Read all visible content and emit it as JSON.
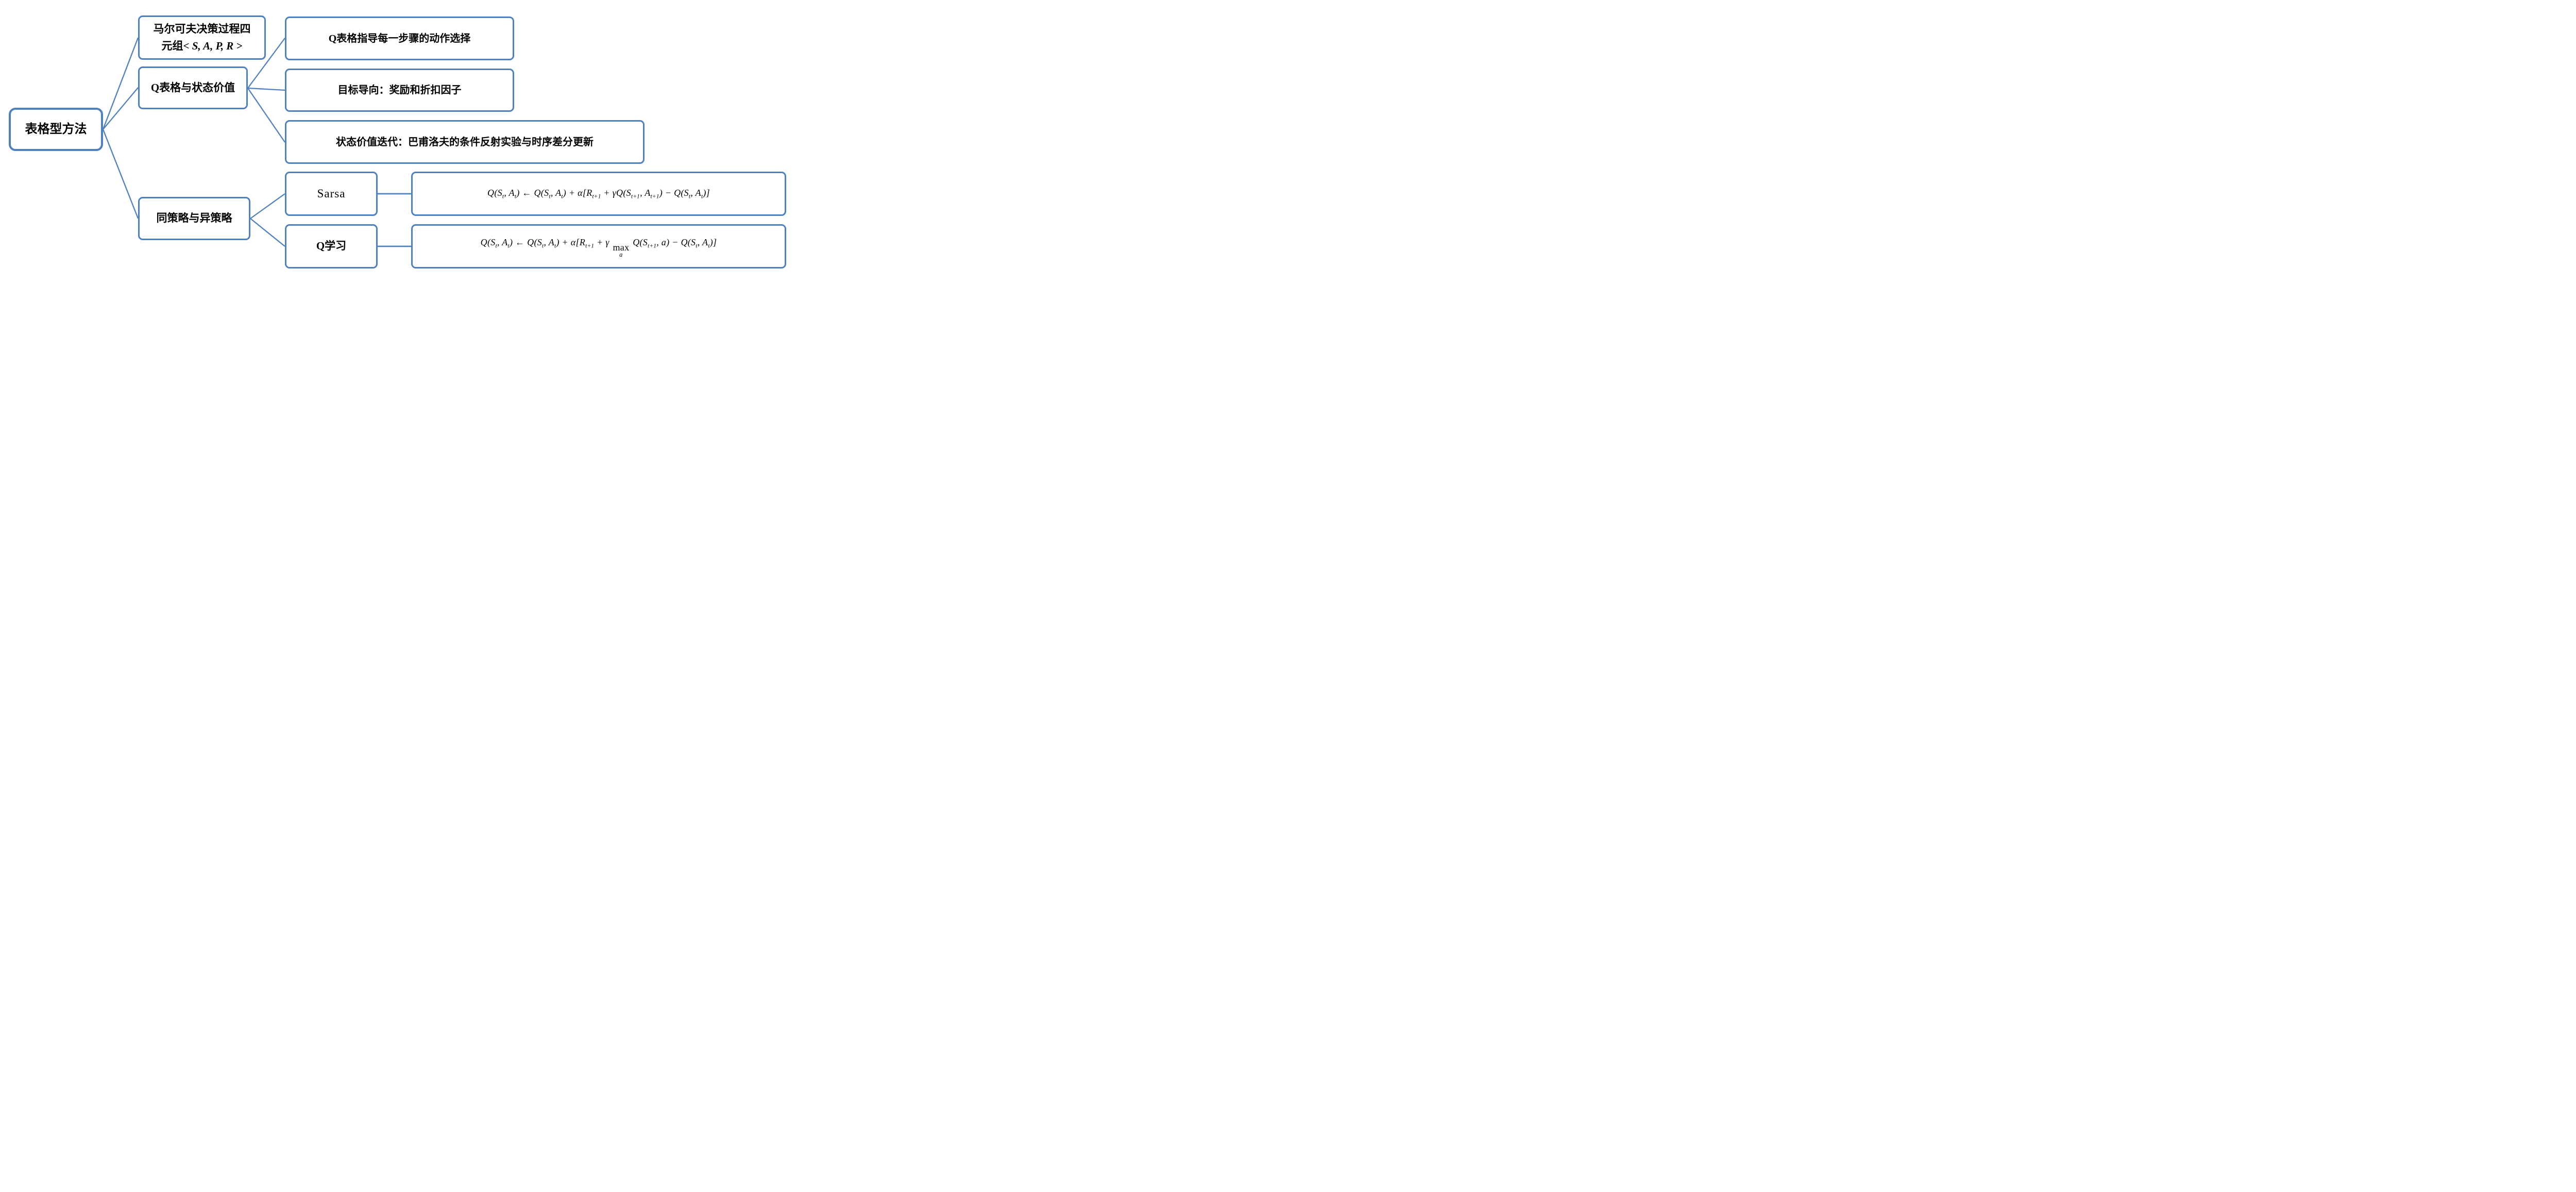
{
  "root": {
    "label": "表格型方法"
  },
  "nodes": {
    "markov": {
      "line1": "马尔可夫决策过程四",
      "line2_prefix": "元组",
      "line2_tuple": "< S, A, P, R >"
    },
    "qtable": {
      "label": "Q表格与状态价值"
    },
    "policy": {
      "label": "同策略与异策略"
    },
    "guide": {
      "label": "Q表格指导每一步骤的动作选择"
    },
    "goal": {
      "label": "目标导向：奖励和折扣因子"
    },
    "iter": {
      "label": "状态价值迭代：巴甫洛夫的条件反射实验与时序差分更新"
    },
    "sarsa": {
      "label": "Sarsa"
    },
    "qlearning": {
      "label": "Q学习"
    }
  },
  "formulas": {
    "sarsa": "Q(S_{t}, A_{t}) ← Q(S_{t}, A_{t}) + α[R_{t+1} + γQ(S_{t+1}, A_{t+1}) − Q(S_{t}, A_{t})]",
    "qlearning": "Q(S_{t}, A_{t}) ← Q(S_{t}, A_{t}) + α[R_{t+1} + γ ⟦max_a⟧ Q(S_{t+1}, a) − Q(S_{t}, A_{t})]"
  },
  "colors": {
    "line": "#4e81bd",
    "text": "#000000",
    "background": "#ffffff"
  }
}
